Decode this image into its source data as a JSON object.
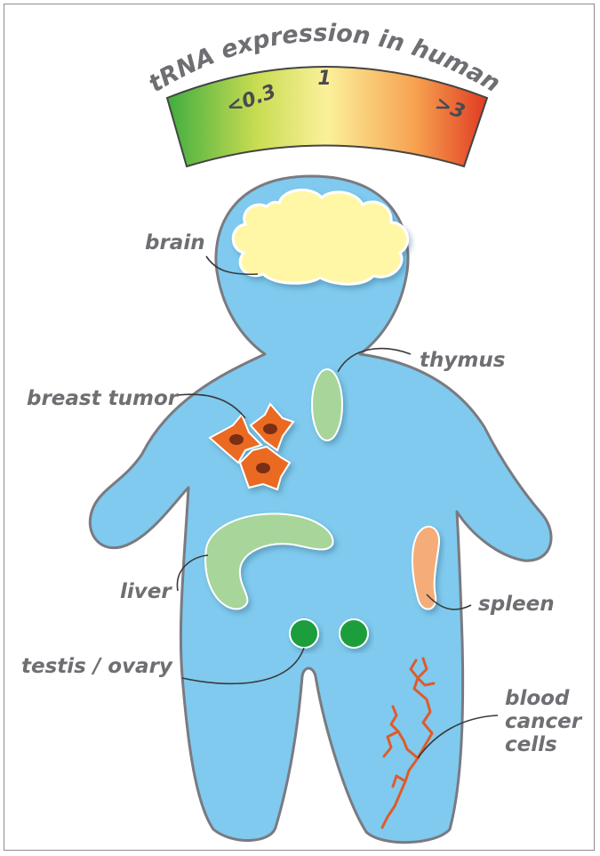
{
  "title": "tRNA expression in human",
  "scale": {
    "min_label": "<0.3",
    "mid_label": "1",
    "max_label": ">3",
    "colors": [
      "#3fae3f",
      "#c9dc52",
      "#fbf19a",
      "#f6a04f",
      "#e03a22"
    ]
  },
  "organs": [
    {
      "id": "brain",
      "label": "brain",
      "color": "#fff7a6"
    },
    {
      "id": "thymus",
      "label": "thymus",
      "color": "#a8d59a"
    },
    {
      "id": "breast-tumor",
      "label": "breast tumor",
      "color": "#ea6a24"
    },
    {
      "id": "liver",
      "label": "liver",
      "color": "#a8d59a"
    },
    {
      "id": "spleen",
      "label": "spleen",
      "color": "#f4ad78"
    },
    {
      "id": "testis-ovary",
      "label": "testis / ovary",
      "color": "#1a9e3d"
    },
    {
      "id": "blood-cancer",
      "label_lines": [
        "blood",
        "cancer",
        "cells"
      ],
      "color": "#e05a2b"
    }
  ],
  "body_color": "#7fcaee",
  "outline_color": "#7a7a80"
}
